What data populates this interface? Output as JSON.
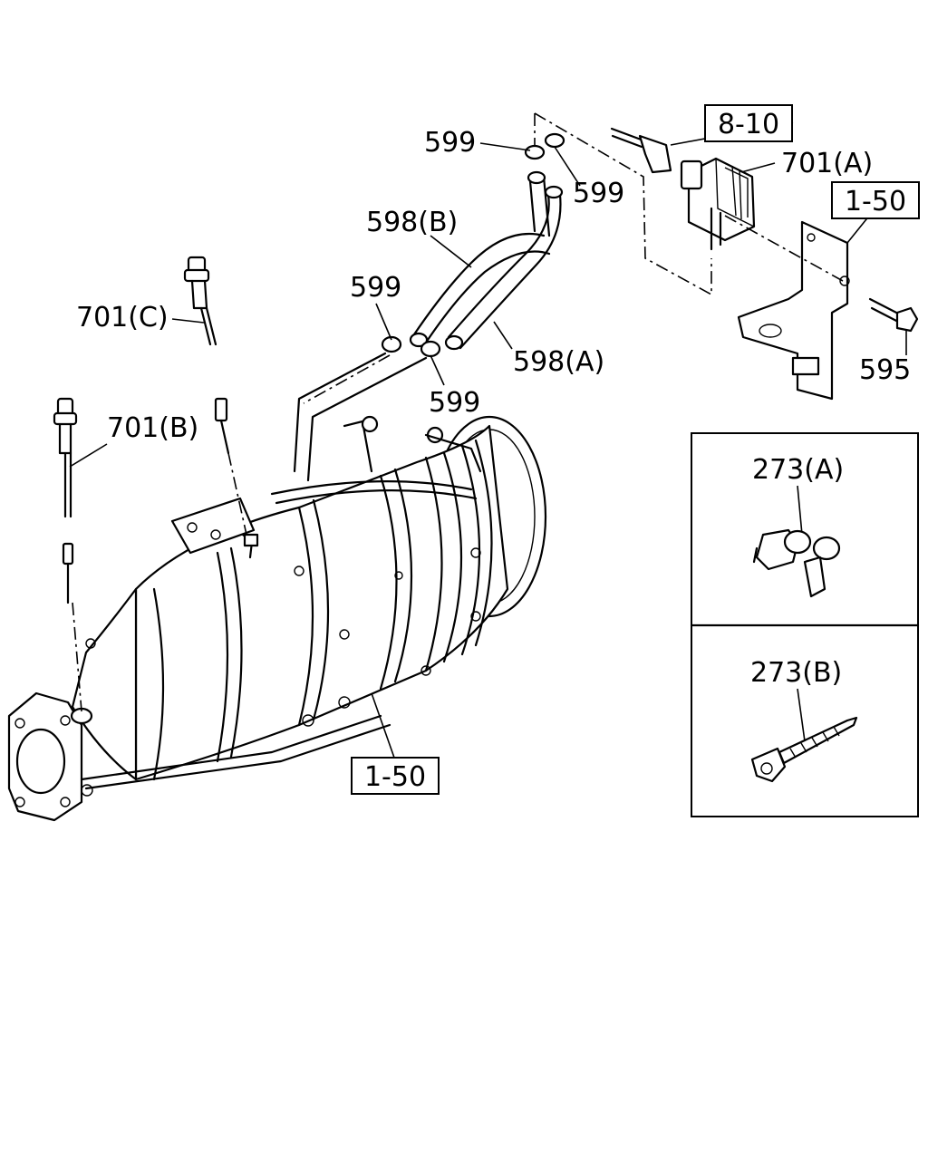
{
  "callouts": {
    "ref_8_10": "8-10",
    "p599_a": "599",
    "p599_b": "599",
    "p701a": "701(A)",
    "ref_1_50_top": "1-50",
    "p598b": "598(B)",
    "p599_c": "599",
    "p598a": "598(A)",
    "p701c": "701(C)",
    "p599_d": "599",
    "p595": "595",
    "p701b": "701(B)",
    "ref_1_50_bottom": "1-50"
  },
  "inset": {
    "top_label": "273(A)",
    "bottom_label": "273(B)"
  }
}
